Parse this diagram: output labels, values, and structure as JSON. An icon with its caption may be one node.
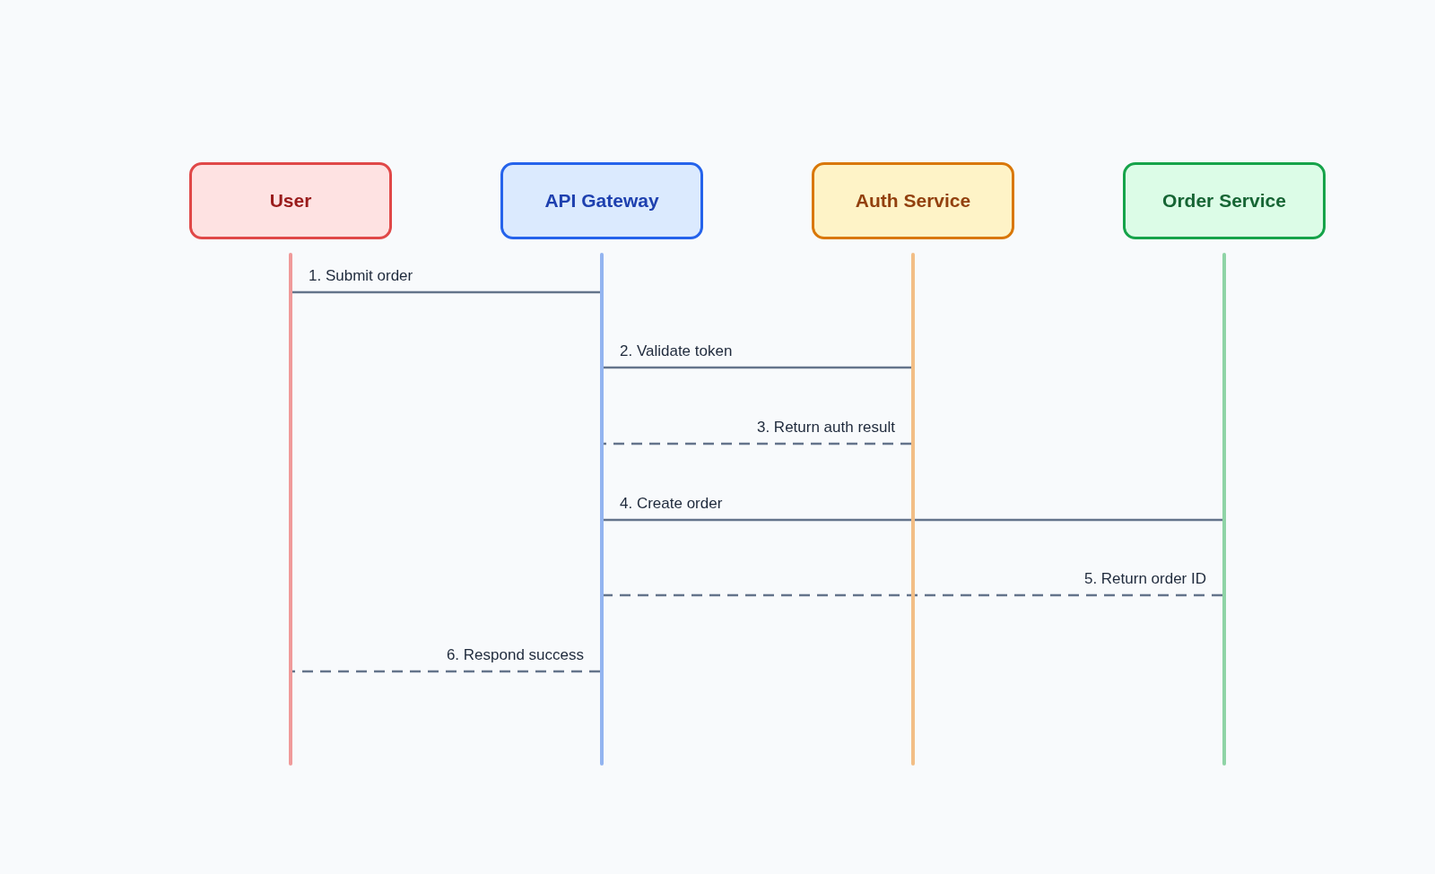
{
  "diagram": {
    "nodes": [
      {
        "text": [
          "User"
        ]
      },
      {
        "text": [
          "API Gateway"
        ]
      },
      {
        "text": [
          "Auth Service"
        ]
      },
      {
        "text": [
          "Order Service"
        ]
      },
      {
        "text": [],
        "shape": "bar"
      },
      {
        "text": [],
        "shape": "bar"
      },
      {
        "text": [],
        "shape": "bar"
      },
      {
        "text": [],
        "shape": "bar"
      }
    ],
    "edges": [
      {
        "from": 4,
        "to": 5,
        "arrow": "none",
        "label": "1. Submit order"
      },
      {
        "from": 5,
        "to": 6,
        "arrow": "none",
        "label": "2. Validate token"
      },
      {
        "from": 6,
        "to": 5,
        "arrow": "none",
        "label": "3. Return auth result",
        "style": "dashed"
      },
      {
        "from": 5,
        "to": 7,
        "arrow": "none",
        "label": "4. Create order"
      },
      {
        "from": 7,
        "to": 5,
        "arrow": "none",
        "label": "5. Return order ID",
        "style": "dashed"
      },
      {
        "from": 5,
        "to": 4,
        "arrow": "none",
        "label": "6. Respond success",
        "style": "dashed"
      }
    ]
  }
}
